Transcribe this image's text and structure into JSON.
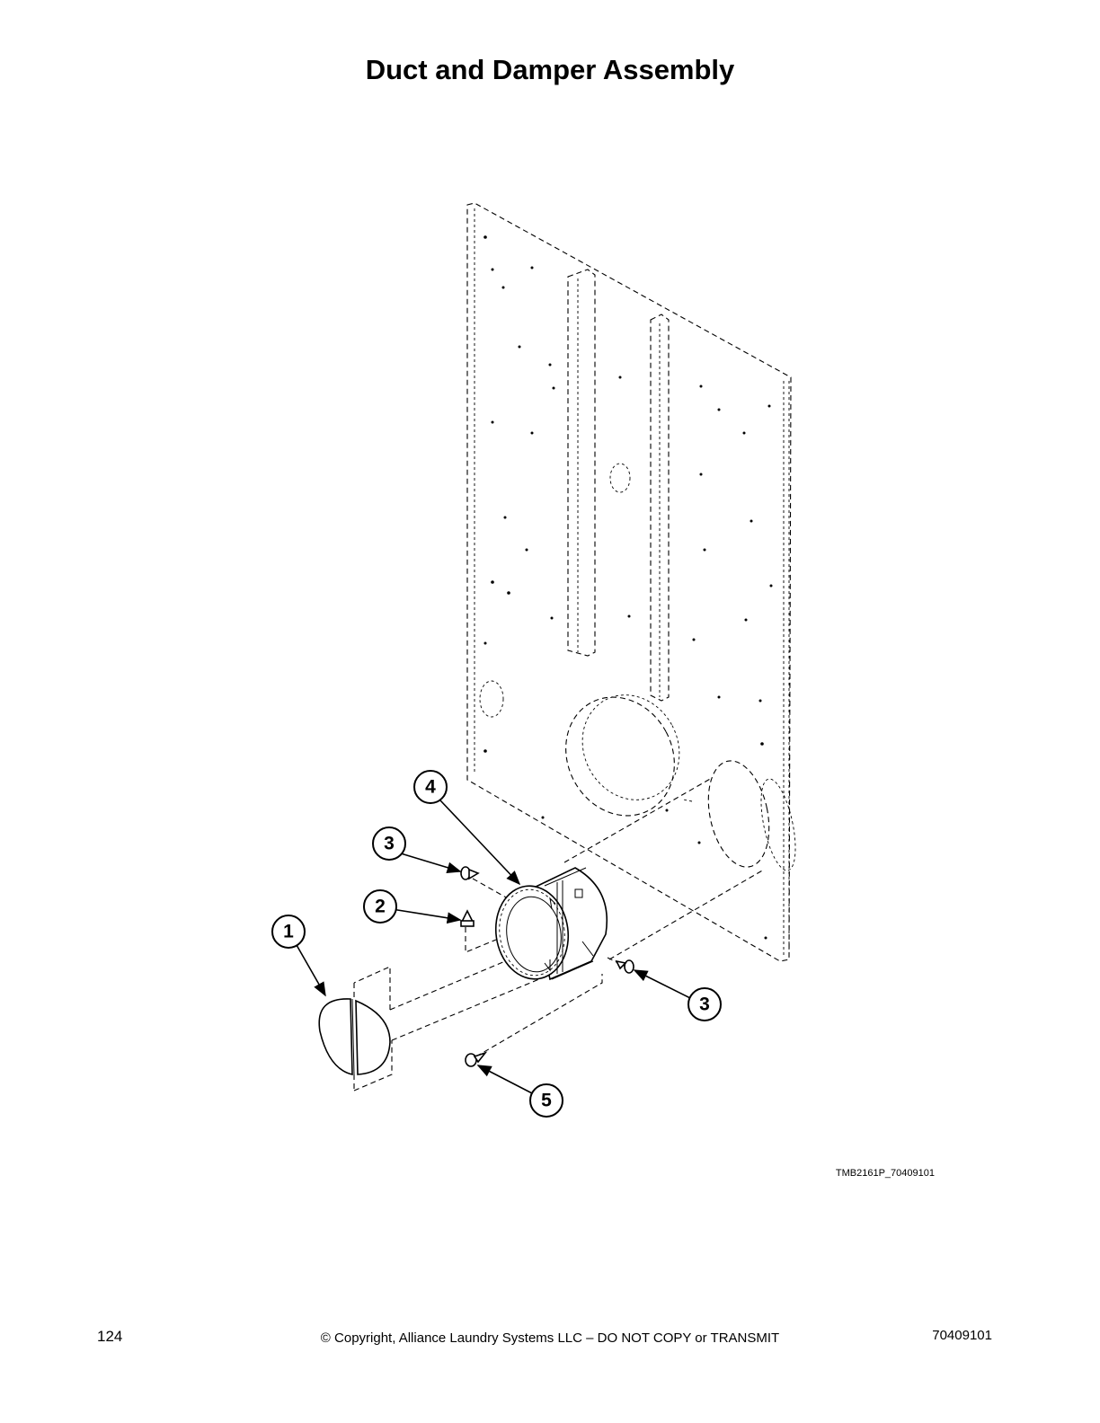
{
  "header": {
    "title": "Duct and Damper Assembly"
  },
  "callouts": [
    {
      "number": "1"
    },
    {
      "number": "2"
    },
    {
      "number": "3"
    },
    {
      "number": "3"
    },
    {
      "number": "4"
    },
    {
      "number": "5"
    }
  ],
  "drawing": {
    "code": "TMB2161P_70409101"
  },
  "footer": {
    "page_number": "124",
    "copyright": "© Copyright, Alliance Laundry Systems LLC – DO NOT COPY or TRANSMIT",
    "document_number": "70409101"
  }
}
